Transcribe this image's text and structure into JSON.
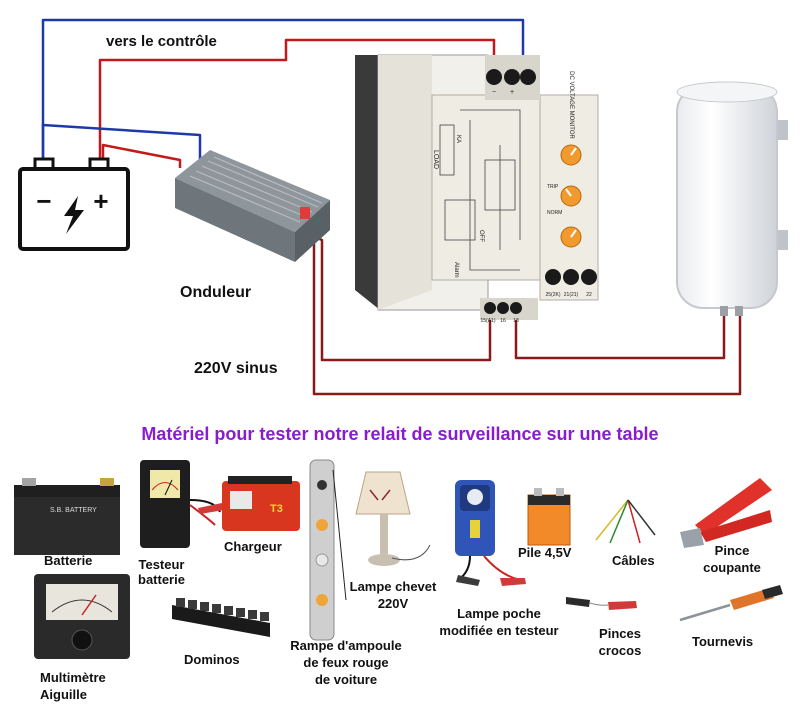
{
  "diagram": {
    "label_control": "vers le contrôle",
    "label_inverter": "Onduleur",
    "label_sine": "220V sinus",
    "battery_minus": "−",
    "battery_plus": "+",
    "relay_header": "DC VOLTAGE MONITOR",
    "relay_load": "LOAD",
    "relay_ka": "KA",
    "relay_terminals_top": [
      "−",
      "+"
    ],
    "relay_terminals_bottom": [
      "25(2K)",
      "21(21)",
      "22"
    ],
    "relay_bottom_labels": [
      "15(A1)",
      "16",
      "18"
    ],
    "relay_knob_labels": [
      "TRIP",
      "NORM"
    ],
    "relay_off": "OFF",
    "relay_alarm": "Alarm",
    "wire_colors": {
      "negative": "#1f3aa8",
      "positive": "#c21a1a",
      "ac": "#8b1a1a"
    }
  },
  "title": "Matériel pour tester notre relait de surveillance sur une table",
  "materials": {
    "battery": "Batterie",
    "battery_tester": "Testeur\nbatterie",
    "charger": "Chargeur",
    "multimeter": "Multimètre\nAiguille",
    "dominos": "Dominos",
    "lamp_rail": "Rampe d'ampoule\nde feux rouge\nde voiture",
    "bedside_lamp": "Lampe chevet\n220V",
    "pocket_lamp": "Lampe poche\nmodifiée en testeur",
    "pile": "Pile 4,5V",
    "cables": "Câbles",
    "cutter": "Pince\ncoupante",
    "clips": "Pinces\ncrocos",
    "screwdriver": "Tournevis",
    "battery_brand": "S.B. BATTERY",
    "charger_brand": "T3"
  }
}
